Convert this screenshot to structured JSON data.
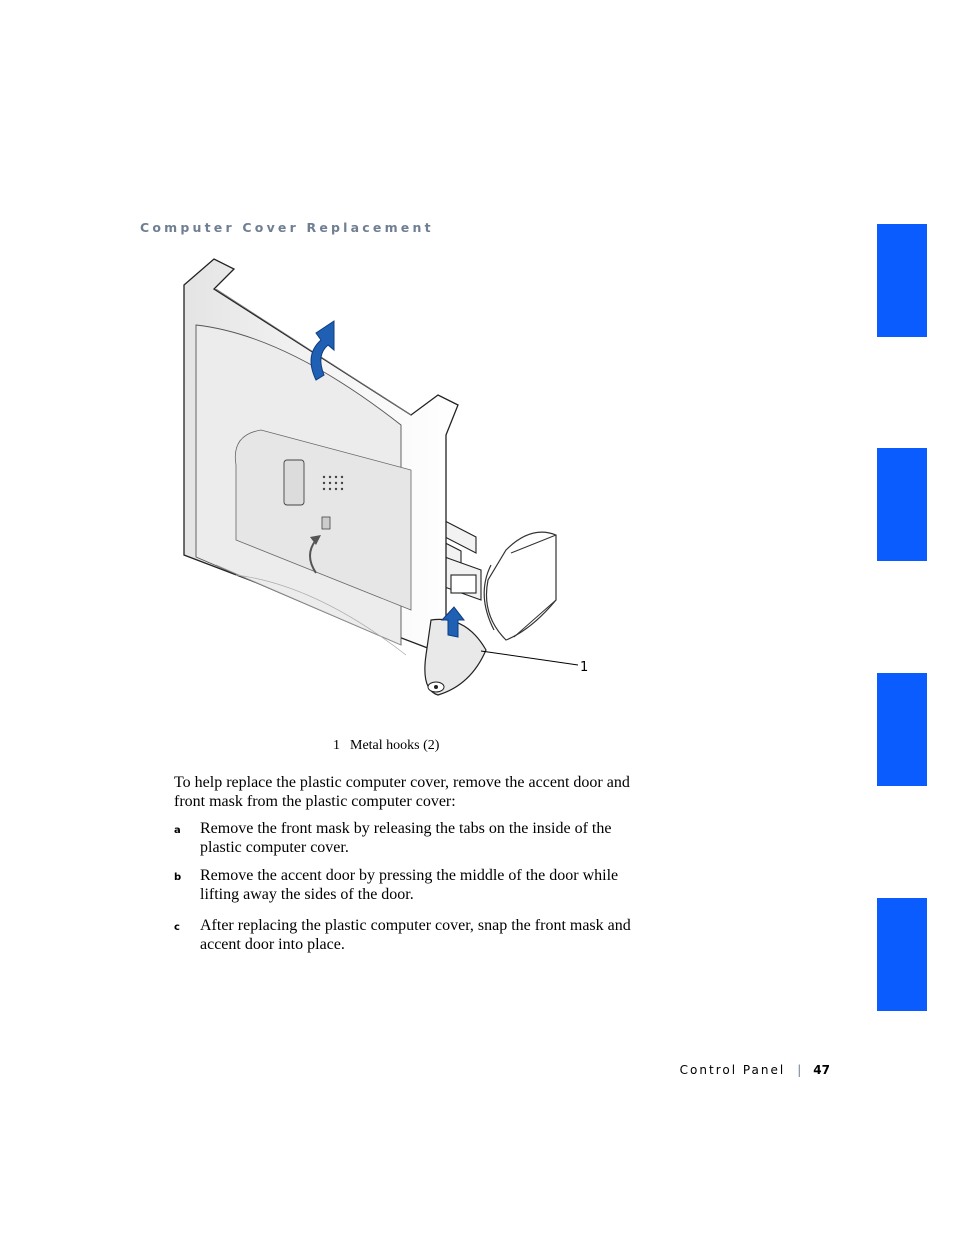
{
  "section": {
    "heading": "Computer Cover Replacement"
  },
  "figure": {
    "callout": "1",
    "caption": {
      "number": "1",
      "label": "Metal hooks (2)"
    }
  },
  "body": {
    "intro": "To help replace the plastic computer cover, remove the accent door and front mask from the plastic computer cover:",
    "steps": [
      {
        "letter": "a",
        "text": "Remove the front mask by releasing the tabs on the inside of the plastic computer cover."
      },
      {
        "letter": "b",
        "text": "Remove the accent door by pressing the middle of the door while lifting away the sides of the door."
      },
      {
        "letter": "c",
        "text": "After replacing the plastic computer cover, snap the front mask and accent door into place."
      }
    ]
  },
  "footer": {
    "label": "Control Panel",
    "separator": "|",
    "page": "47"
  },
  "colors": {
    "tab": "#0a5cff",
    "heading": "#6f7f93",
    "arrow": "#1f5fb4"
  }
}
